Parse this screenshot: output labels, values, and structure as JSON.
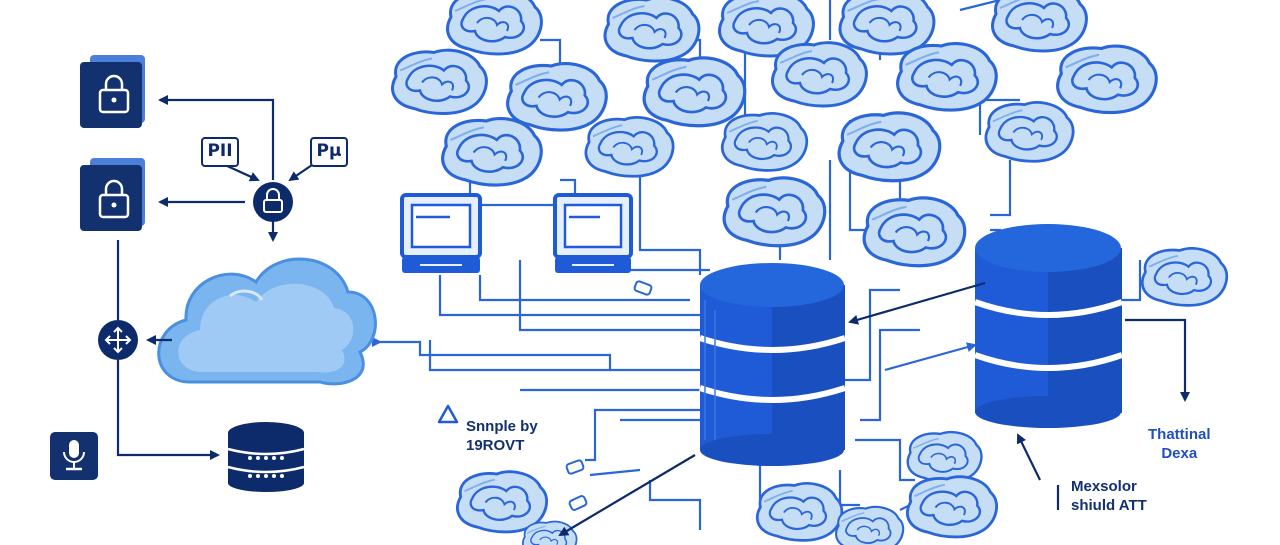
{
  "badges": {
    "left": "PII",
    "right": "Pµ"
  },
  "labels": {
    "sample_line1": "Snnple by",
    "sample_line2": "19ROVT",
    "thattinal_line1": "Thattinal",
    "thattinal_line2": "Dexa",
    "mexsolor_line1": "Mexsolor",
    "mexsolor_line2": "shiuld ATT"
  },
  "icons": [
    "lock-icon",
    "triangle-logo-icon",
    "move-arrows-icon",
    "microphone-icon",
    "monitor-icon",
    "database-icon",
    "cloud-icon"
  ],
  "colors": {
    "navy": "#0d2a6b",
    "blue": "#1f5bd6",
    "light_blue": "#bcd8f5",
    "cloud_blue": "#78b4ef"
  }
}
